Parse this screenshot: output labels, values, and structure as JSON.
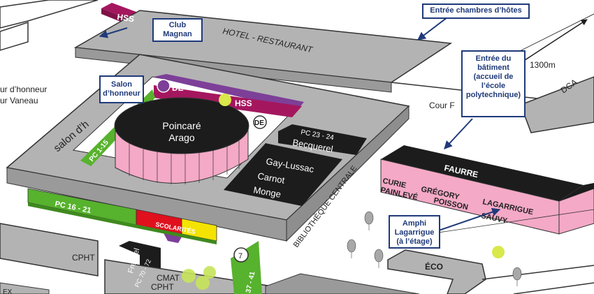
{
  "callouts": {
    "club_magnan": "Club\nMagnan",
    "entree_chambres": "Entrée chambres d’hôtes",
    "entree_batiment": "Entrée du\nbâtiment\n(accueil de\nl’école\npolytechnique)",
    "salon_honneur": "Salon\nd’honneur",
    "amphi_lagarrigue": "Amphi\nLagarrigue\n(à l’étage)"
  },
  "labels": {
    "hss_top": "HSS",
    "hotel_restaurant": "HOTEL - RESTAURANT",
    "cour_honneur_1": "ur d’honneur",
    "cour_honneur_2": "ur Vaneau",
    "salon_h": "salon d’h",
    "de_1": "DE",
    "hss_mid": "HSS",
    "de_2": "DE",
    "poincare": "Poincaré",
    "arago": "Arago",
    "pc_23_24": "PC 23 - 24",
    "becquerel": "Becquerel",
    "gay_lussac": "Gay-Lussac",
    "carnot": "Carnot",
    "monge": "Monge",
    "pc_1_15": "PC 1-15",
    "pc_16_21": "PC 16 - 21",
    "scolarites": "SCOLARITÉS",
    "bibliotheque": "BIBLIOTHÈQUE CENTRALE",
    "cour_f": "Cour F",
    "dca": "DCA",
    "distance": "1300m",
    "faurre": "FAURRE",
    "curie": "CURIE",
    "gregory": "GRÉGORY",
    "painleve": "PAINLEVÉ",
    "poisson": "POISSON",
    "lagarrigue": "LAGARRIGUE",
    "sauvy": "SAUVY",
    "cpht_1": "CPHT",
    "fresnel": "Fresnel",
    "pc_70_72": "PC 70 - 72",
    "cmat": "CMAT",
    "cpht_2": "CPHT",
    "num_7": "7",
    "pc_37_41": "37 - 41",
    "eco": "ÉCO",
    "bottom_left": "EX"
  },
  "colors": {
    "gray": "#b3b3b3",
    "gray_dark": "#8e8e8e",
    "hss": "#a4175f",
    "de": "#7d3f98",
    "pink": "#f4a9c6",
    "green": "#57b22d",
    "red": "#e0101d",
    "yellow": "#f4e300",
    "black": "#1c1c1c",
    "callout_blue": "#1f3a7a"
  }
}
